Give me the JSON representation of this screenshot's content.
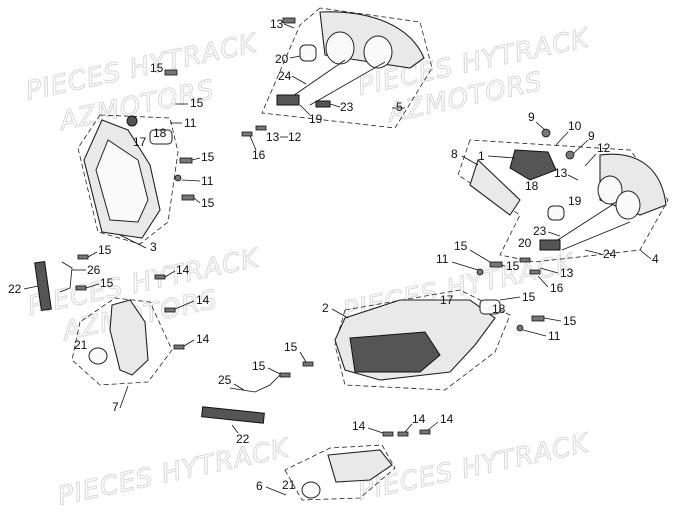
{
  "watermarks": [
    "PIECES HYTRACK",
    "AZMOTORS"
  ],
  "callouts": {
    "c1": "1",
    "c2": "2",
    "c3": "3",
    "c4": "4",
    "c5": "5",
    "c6": "6",
    "c7": "7",
    "c8": "8",
    "c9": "9",
    "c10": "10",
    "c11": "11",
    "c12": "12",
    "c13": "13",
    "c14": "14",
    "c15": "15",
    "c16": "16",
    "c17": "17",
    "c18": "18",
    "c19": "19",
    "c20": "20",
    "c21": "21",
    "c22": "22",
    "c23": "23",
    "c24": "24",
    "c25": "25",
    "c26": "26"
  }
}
